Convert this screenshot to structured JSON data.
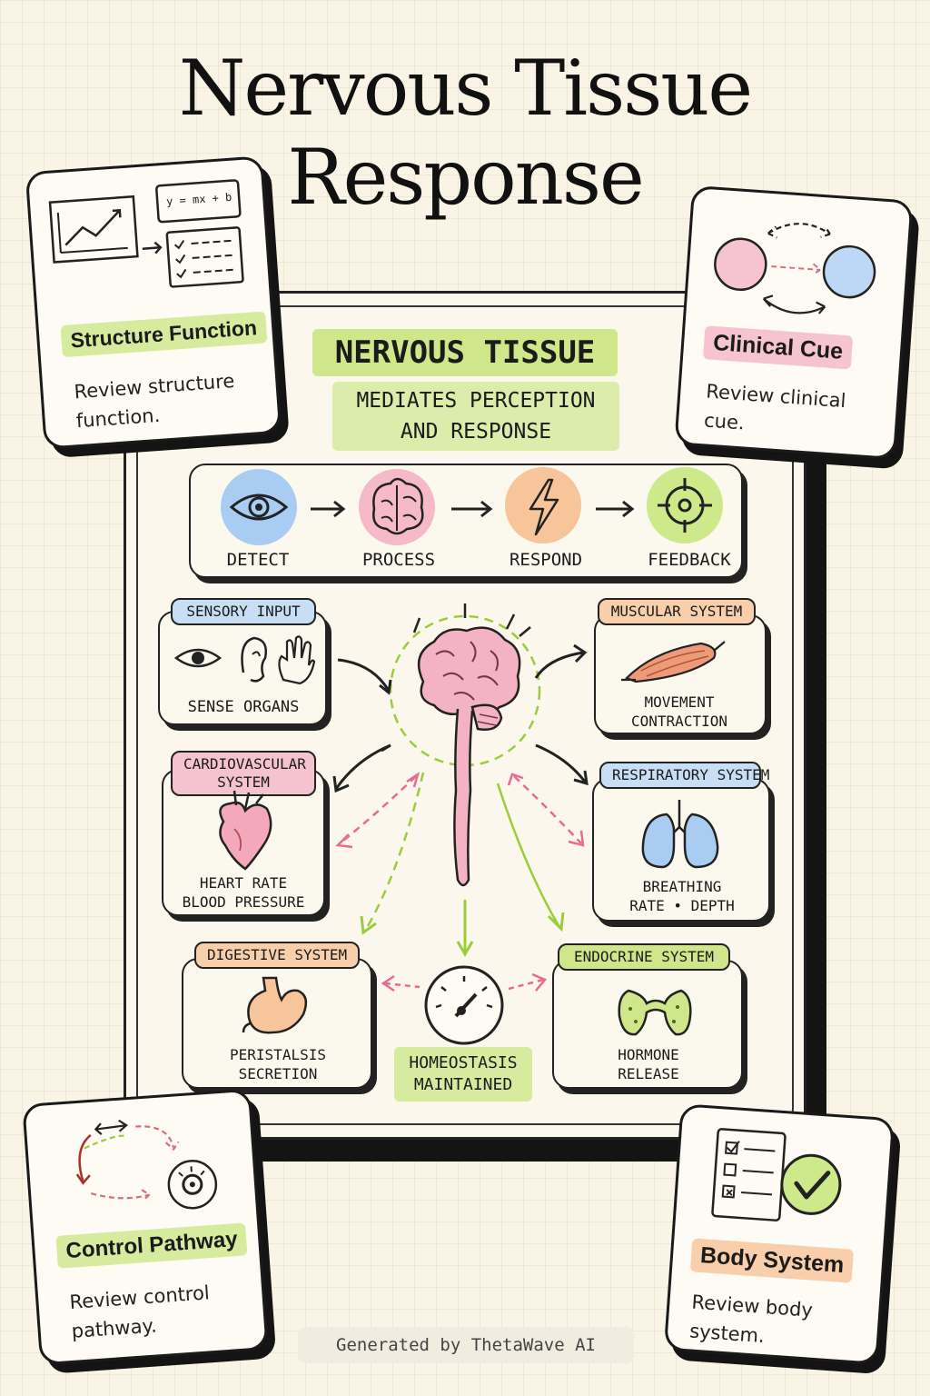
{
  "title": "Nervous Tissue Response",
  "header": {
    "heading": "NERVOUS TISSUE",
    "subheading_line1": "MEDIATES PERCEPTION",
    "subheading_line2": "AND RESPONSE"
  },
  "steps": [
    {
      "label": "DETECT",
      "icon": "eye-icon",
      "color": "#a9cdf2"
    },
    {
      "label": "PROCESS",
      "icon": "brain-icon",
      "color": "#f6b9c8"
    },
    {
      "label": "RESPOND",
      "icon": "lightning-icon",
      "color": "#f8c49a"
    },
    {
      "label": "FEEDBACK",
      "icon": "target-icon",
      "color": "#cde98a"
    }
  ],
  "systems": {
    "sensory": {
      "tag": "SENSORY INPUT",
      "caption": "SENSE ORGANS",
      "color": "#c7def5"
    },
    "muscular": {
      "tag": "MUSCULAR SYSTEM",
      "line1": "MOVEMENT",
      "line2": "CONTRACTION",
      "color": "#f8cfaa"
    },
    "cardiovascular": {
      "tag_line1": "CARDIOVASCULAR",
      "tag_line2": "SYSTEM",
      "line1": "HEART RATE",
      "line2": "BLOOD PRESSURE",
      "color": "#f5c2cf"
    },
    "respiratory": {
      "tag": "RESPIRATORY SYSTEM",
      "line1": "BREATHING",
      "line2": "RATE • DEPTH",
      "color": "#c7def5"
    },
    "digestive": {
      "tag": "DIGESTIVE SYSTEM",
      "line1": "PERISTALSIS",
      "line2": "SECRETION",
      "color": "#f8cfaa"
    },
    "endocrine": {
      "tag": "ENDOCRINE SYSTEM",
      "line1": "HORMONE",
      "line2": "RELEASE",
      "color": "#cfe78a"
    }
  },
  "homeostasis": {
    "line1": "HOMEOSTASIS",
    "line2": "MAINTAINED",
    "color": "#d7eb9e"
  },
  "cards": {
    "structure": {
      "label": "Structure Function",
      "text1": "Review structure",
      "text2": "function.",
      "equation": "y = mx + b",
      "color": "#d7eb9e"
    },
    "clinical": {
      "label": "Clinical Cue",
      "text1": "Review clinical",
      "text2": "cue.",
      "color": "#f6c3d0"
    },
    "control": {
      "label": "Control Pathway",
      "text1": "Review control",
      "text2": "pathway.",
      "color": "#d7eb9e"
    },
    "body": {
      "label": "Body System",
      "text1": "Review body",
      "text2": "system.",
      "color": "#f8cfaa"
    }
  },
  "footer": "Generated by ThetaWave AI"
}
